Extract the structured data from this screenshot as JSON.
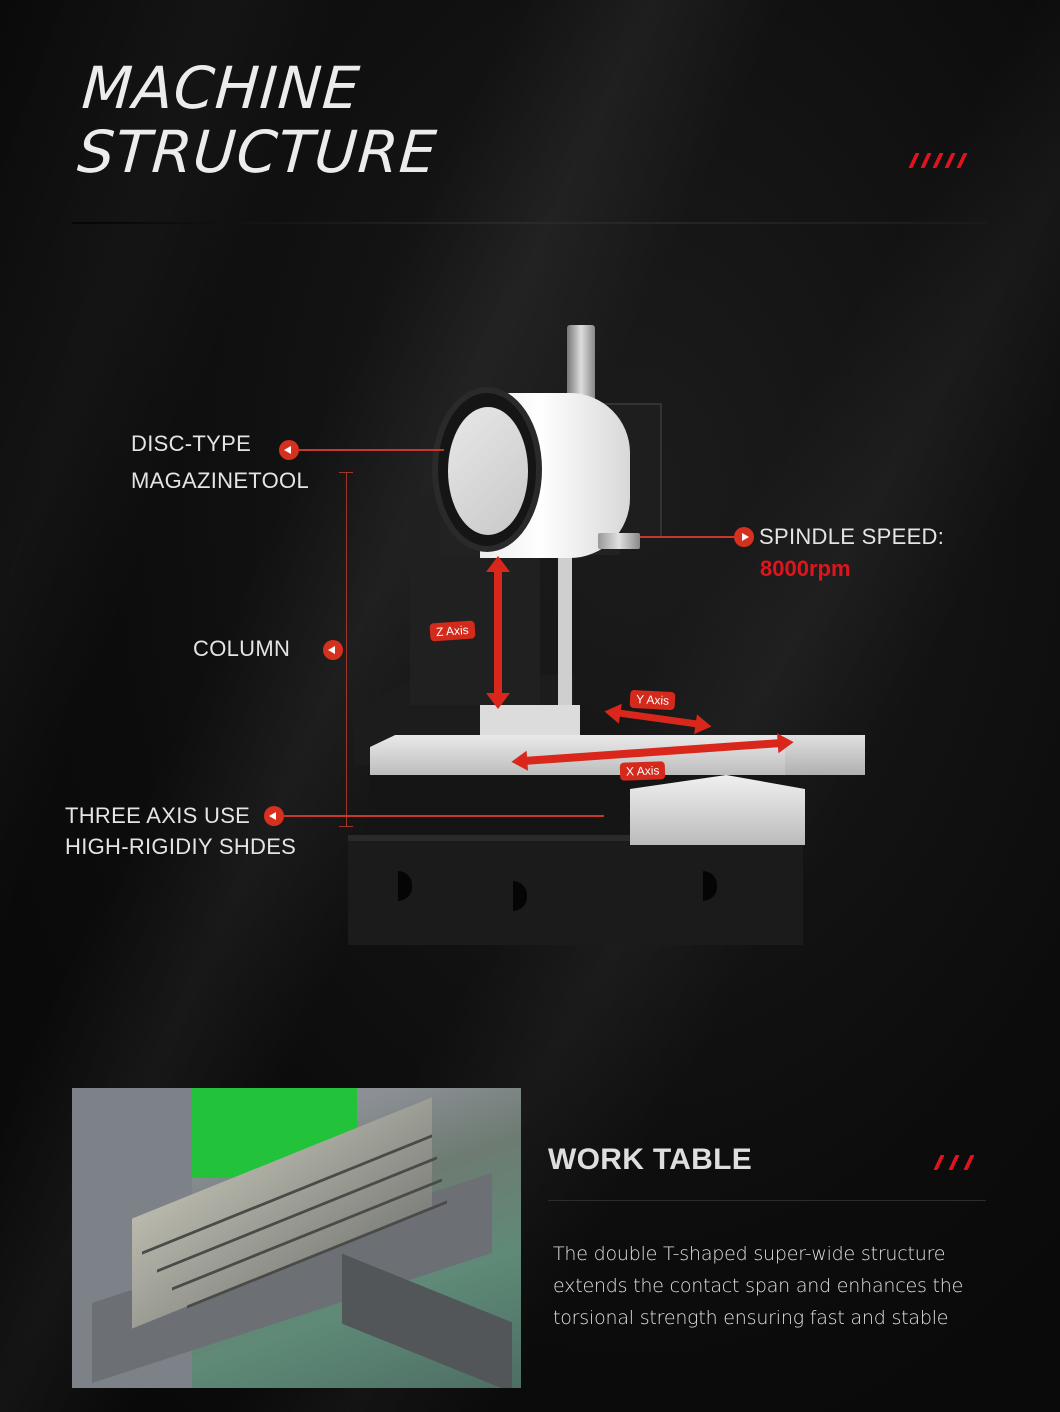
{
  "header": {
    "title_line1": "MACHINE",
    "title_line2": "STRUCTURE",
    "accent_slashes": 5
  },
  "colors": {
    "accent": "#e0141e",
    "callout_red": "#d6301e",
    "background": "#0b0b0b",
    "text": "#e6e6e6"
  },
  "callouts": {
    "magazine": {
      "line1": "DISC-TYPE",
      "line2": "MAGAZINETOOL",
      "icon": "arrow-left-circle-icon"
    },
    "spindle": {
      "label": "SPINDLE SPEED:",
      "value": "8000rpm",
      "icon": "arrow-right-circle-icon"
    },
    "column": {
      "label": "COLUMN",
      "icon": "arrow-left-circle-icon"
    },
    "slides": {
      "line1": "THREE AXIS USE",
      "line2": "HIGH-RIGIDIY SHDES",
      "icon": "arrow-left-circle-icon"
    }
  },
  "axes": {
    "z": "Z Axis",
    "y": "Y Axis",
    "x": "X Axis"
  },
  "work_table": {
    "title": "WORK TABLE",
    "accent_slashes": 3,
    "body_lines": [
      "The double T-shaped super-wide structure",
      "extends the contact span and enhances the",
      "torsional strength ensuring fast and stable"
    ]
  }
}
